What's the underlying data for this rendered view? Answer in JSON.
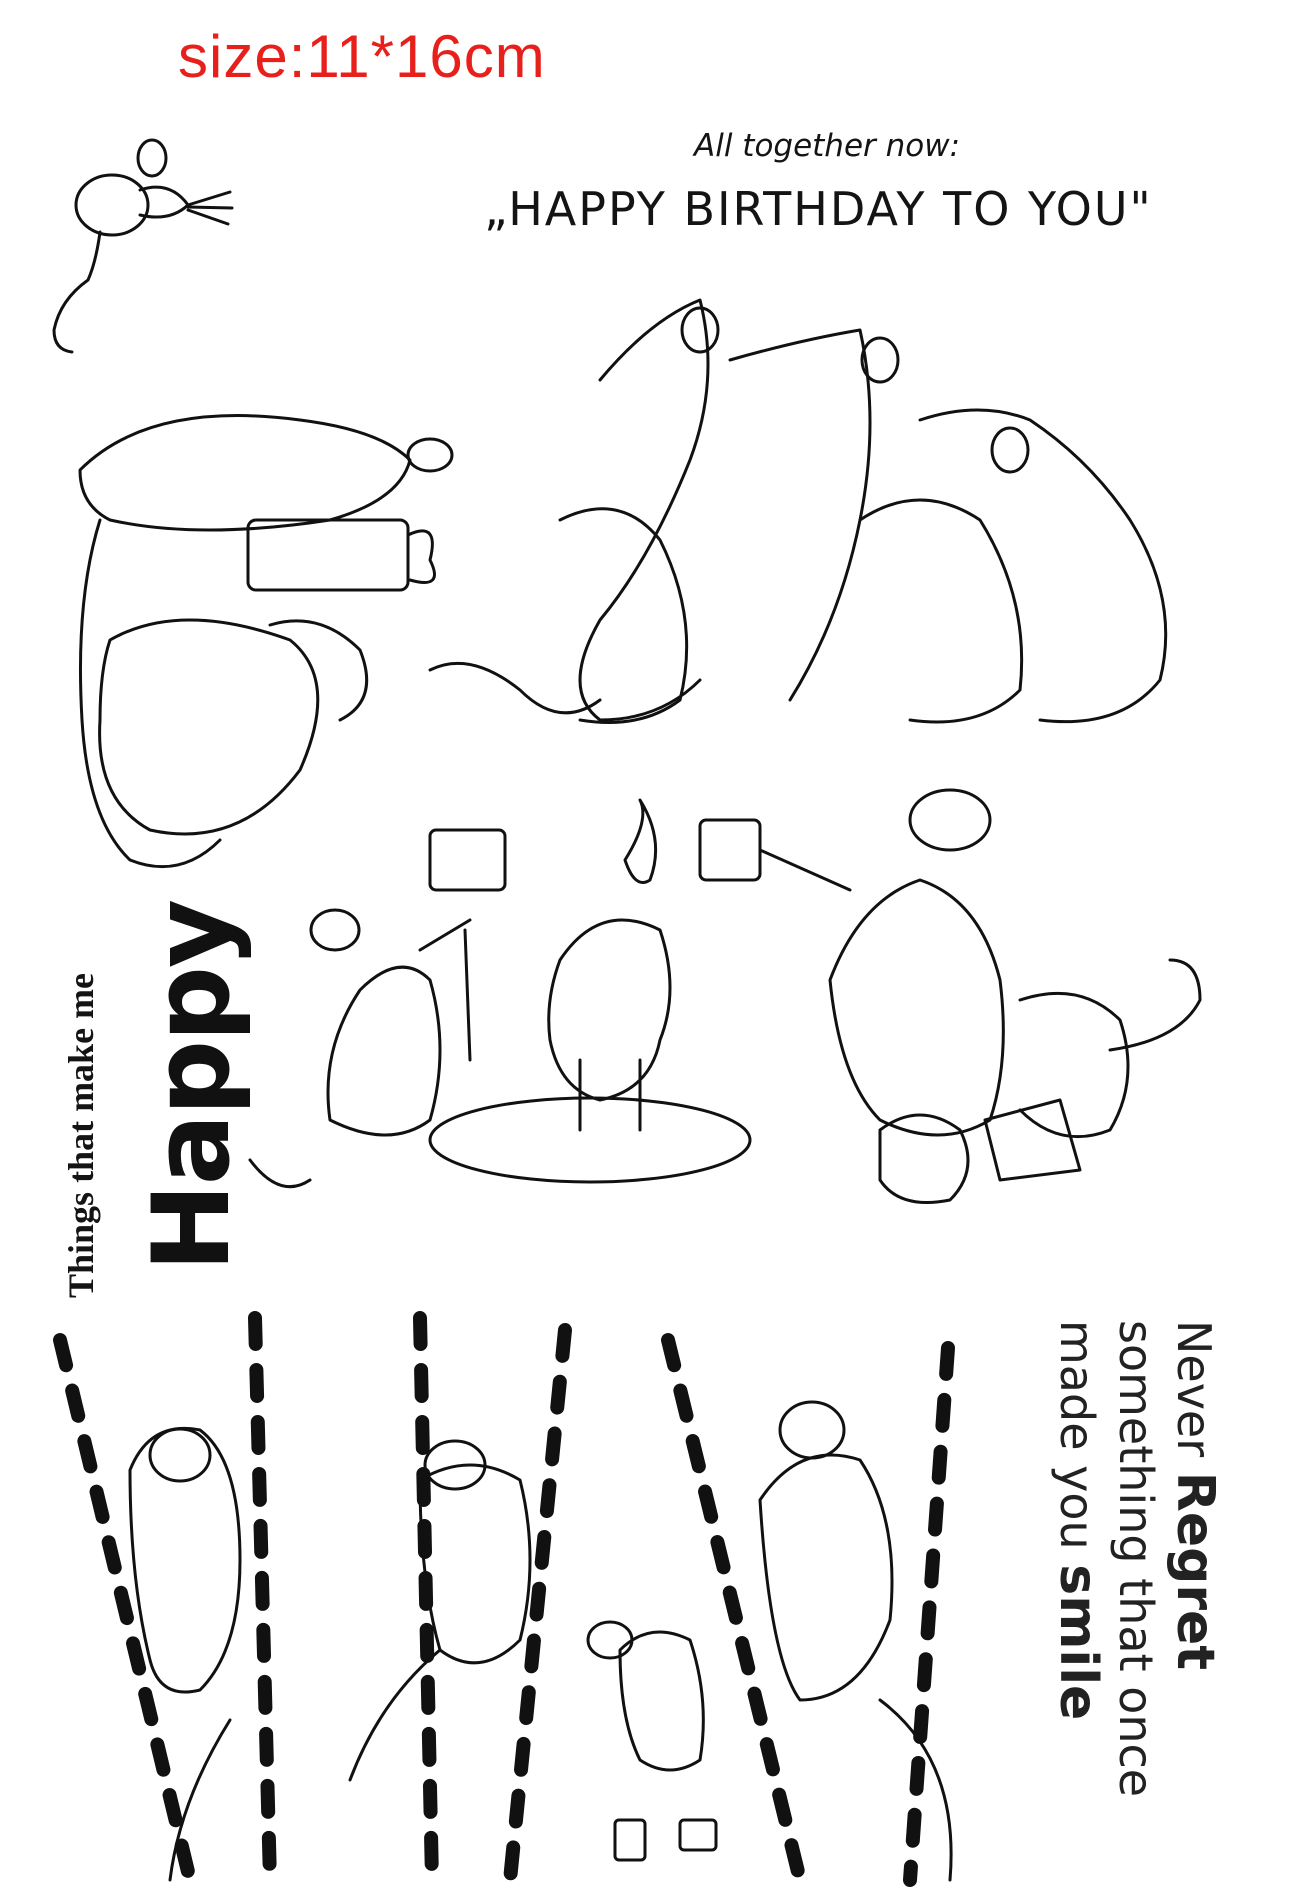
{
  "header": {
    "size_label": "size:11*16cm"
  },
  "stamp_texts": {
    "birthday_intro": "All together now:",
    "birthday_song": "„HAPPY BIRTHDAY TO YOU\"",
    "things_line": "Things that make me",
    "happy_word": "Happy",
    "quote_never": "Never",
    "quote_regret": "Regret",
    "quote_something": "something that once",
    "quote_made": "made you",
    "quote_smile": "smile"
  },
  "colors": {
    "size_label": "#e8201c",
    "line_art": "#111111",
    "background": "#ffffff"
  }
}
